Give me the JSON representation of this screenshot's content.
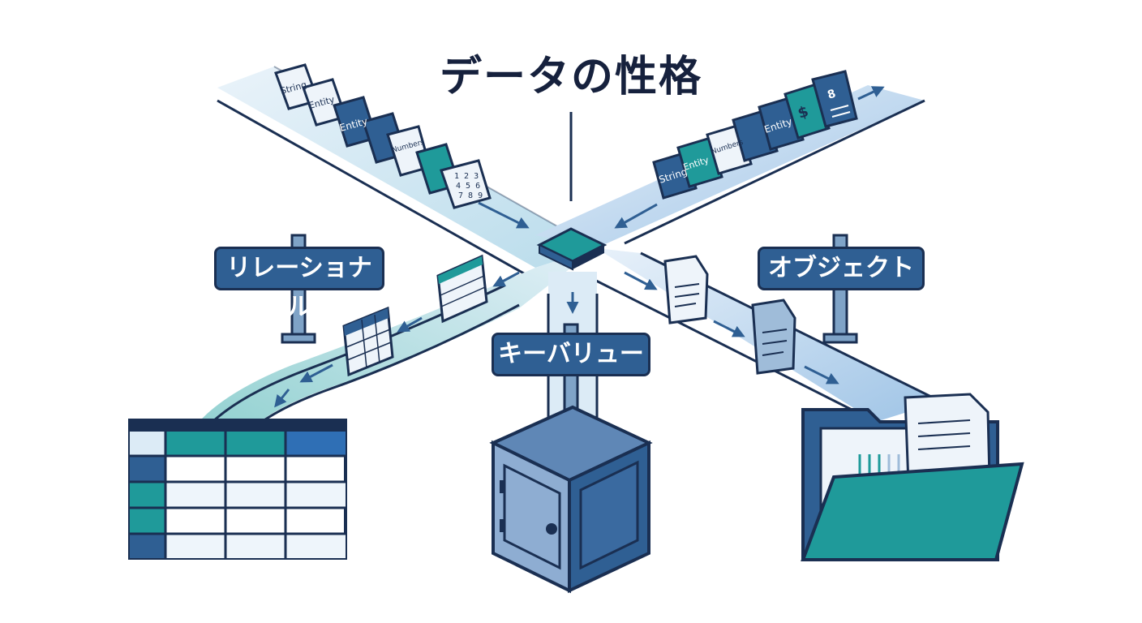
{
  "title": "データの性格",
  "signs": {
    "relational": "リレーショナル",
    "keyvalue": "キーバリュー",
    "object": "オブジェクト"
  },
  "cards": {
    "string": "String",
    "entity": "Entity",
    "numbers": "Numbers",
    "digit": "8",
    "dollar": "$"
  },
  "colors": {
    "navy": "#1a2f52",
    "blue": "#2f5f93",
    "teal": "#1f9a9a",
    "light": "#dcebf6"
  }
}
